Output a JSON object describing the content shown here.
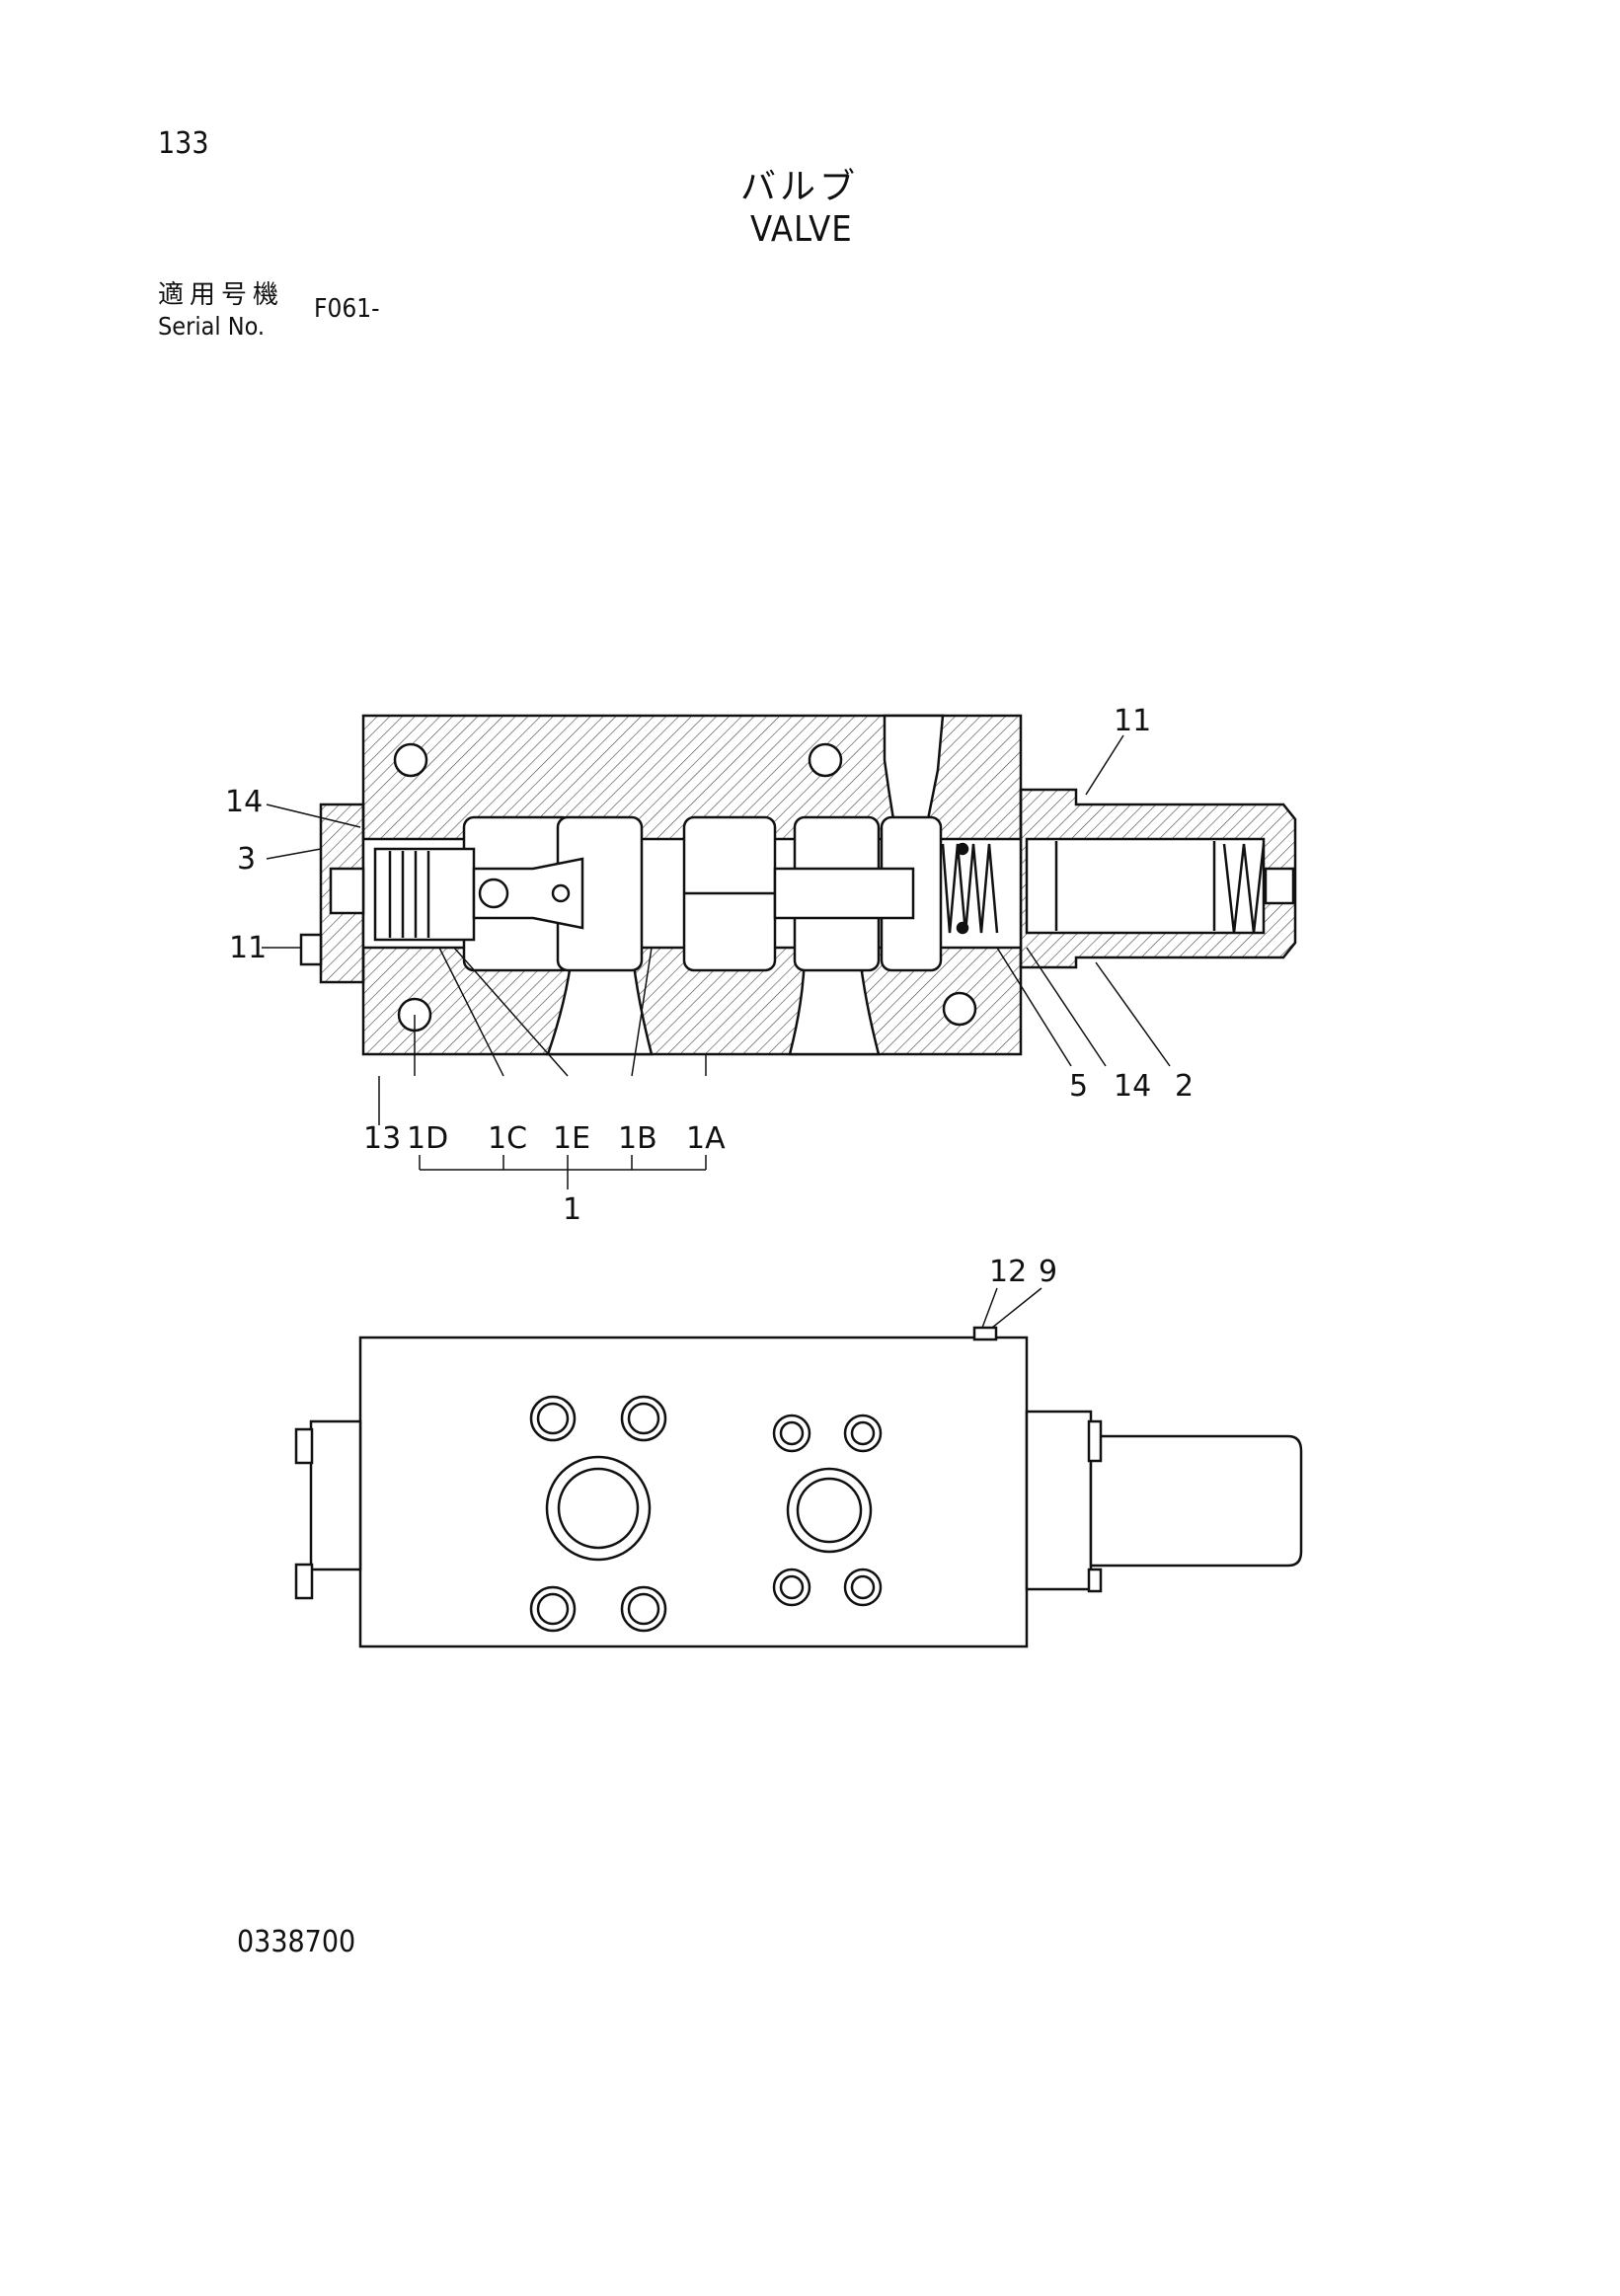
{
  "header": {
    "page_number": "133",
    "title_ja": "バルブ",
    "title_en": "VALVE",
    "serial_label_ja": "適用号機",
    "serial_label_en": "Serial No.",
    "serial_value": "F061-"
  },
  "section_view": {
    "callouts": {
      "c14_top": "14",
      "c3": "3",
      "c11_left": "11",
      "c11_top": "11",
      "c5": "5",
      "c14_right": "14",
      "c2": "2",
      "c13": "13",
      "c1D": "1D",
      "c1C": "1C",
      "c1E": "1E",
      "c1B": "1B",
      "c1A": "1A",
      "c1": "1"
    }
  },
  "exterior_view": {
    "callouts": {
      "c12": "12",
      "c9": "9"
    }
  },
  "footer": {
    "drawing_number": "0338700"
  }
}
